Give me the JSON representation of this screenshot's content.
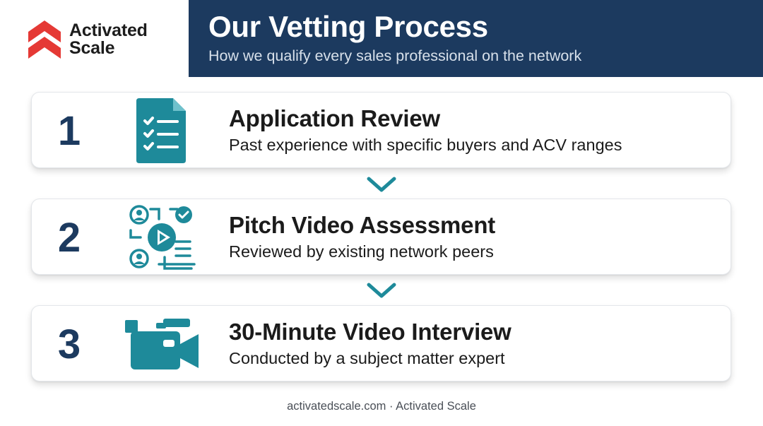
{
  "brand": {
    "name_line1": "Activated",
    "name_line2": "Scale",
    "logo_color": "#e53935"
  },
  "header": {
    "title": "Our Vetting Process",
    "subtitle": "How we qualify every sales professional on the network",
    "bg_color": "#1c3a5f"
  },
  "steps": [
    {
      "number": "1",
      "title": "Application Review",
      "description": "Past experience with specific buyers and ACV ranges",
      "icon": "checklist-document-icon"
    },
    {
      "number": "2",
      "title": "Pitch Video Assessment",
      "description": "Reviewed by existing network peers",
      "icon": "peer-review-video-icon"
    },
    {
      "number": "3",
      "title": "30-Minute Video Interview",
      "description": "Conducted by a subject matter expert",
      "icon": "video-camera-icon"
    }
  ],
  "connector_icon": "chevron-down-icon",
  "accent_color": "#1e8a9a",
  "footer": {
    "text": "activatedscale.com · Activated Scale"
  }
}
